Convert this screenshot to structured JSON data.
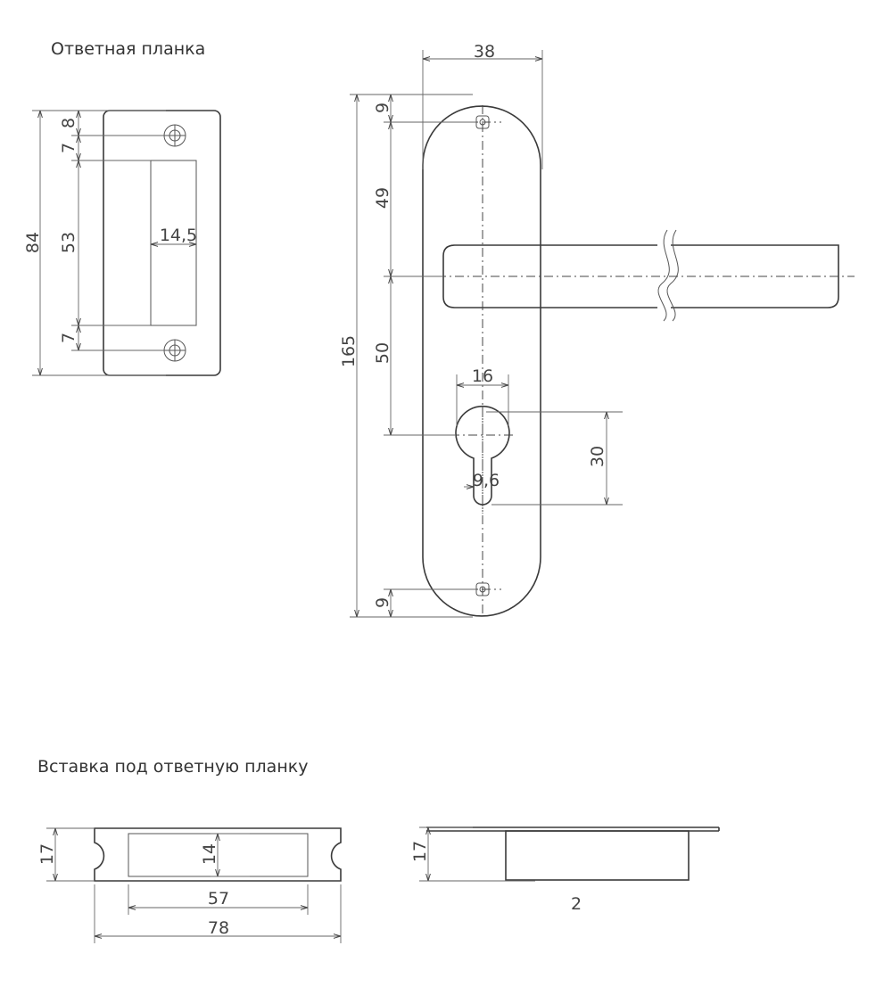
{
  "captions": {
    "strike_plate": "Ответная планка",
    "insert": "Вставка под ответную планку"
  },
  "dims": {
    "strike_height": "84",
    "strike_top": "8",
    "strike_upper_gap": "7",
    "strike_slot_height": "53",
    "strike_slot_width": "14,5",
    "strike_lower_gap": "7",
    "plate_width": "38",
    "plate_top_hole": "9",
    "handle_offset": "49",
    "plate_height": "165",
    "cylinder_offset": "50",
    "cylinder_width": "16",
    "cylinder_height": "30",
    "cylinder_neck": "9,6",
    "plate_bottom_hole": "9",
    "insert_height": "17",
    "insert_inner_height": "14",
    "insert_inner_width": "57",
    "insert_width": "78",
    "side_height": "17",
    "side_thickness": "2"
  }
}
